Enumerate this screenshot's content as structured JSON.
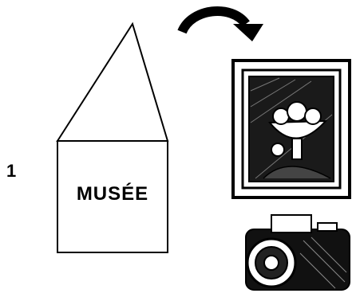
{
  "item_number": "1",
  "house_label": "MUSÉE",
  "icons": {
    "arrow": "curved-arrow-icon",
    "painting": "framed-still-life-painting",
    "camera": "camera-icon"
  },
  "colors": {
    "ink": "#000000",
    "paper": "#ffffff"
  }
}
